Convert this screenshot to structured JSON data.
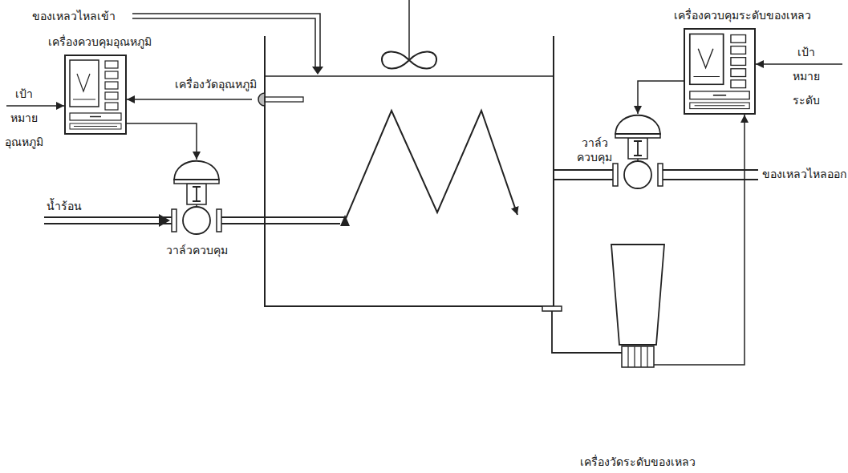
{
  "diagram": {
    "nodes": [
      {
        "text": [
          "เครื่องควบคุมอุณหภูมิ"
        ]
      },
      {
        "text": [
          "เครื่องวัดอุณหภูมิ"
        ]
      },
      {
        "text": [
          "วาล์วควบคุม"
        ]
      },
      {
        "text": [
          "เครื่องควบคุมระดับของเหลว"
        ]
      },
      {
        "text": [
          "วาล์ว ควบคุม"
        ]
      },
      {
        "text": [
          "เครื่องวัดระดับของเหลว"
        ]
      }
    ],
    "edges": [
      {
        "from": 1,
        "to": 0,
        "arrow": "to"
      },
      {
        "from": 0,
        "to": 2,
        "arrow": "to"
      },
      {
        "from": 5,
        "to": 3,
        "arrow": "to"
      },
      {
        "from": 3,
        "to": 4,
        "arrow": "to"
      }
    ],
    "labels": [
      "ของเหลวไหลเข้า",
      "เป้าหมาย อุณหภูมิ",
      "น้ำร้อน",
      "เป้าหมาย ระดับ",
      "ของเหลวไหลออก"
    ]
  }
}
